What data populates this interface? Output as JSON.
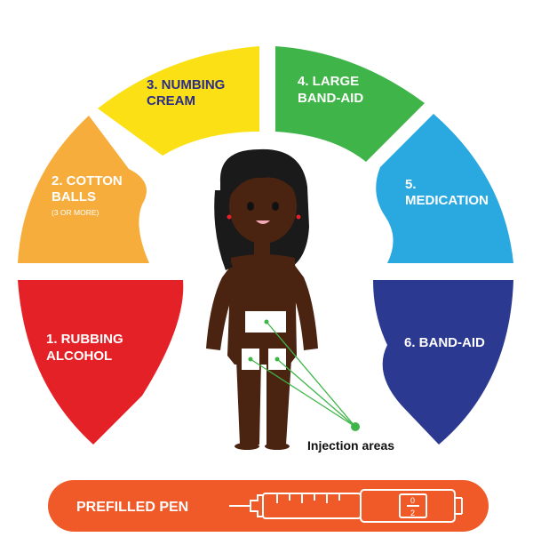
{
  "segments": [
    {
      "id": "1",
      "lines": [
        "1. RUBBING",
        "ALCOHOL"
      ],
      "color": "#e42127"
    },
    {
      "id": "2",
      "lines": [
        "2. COTTON",
        "BALLS"
      ],
      "sub": "(3 OR MORE)",
      "color": "#f6ad3c"
    },
    {
      "id": "3",
      "lines": [
        "3. NUMBING",
        "CREAM"
      ],
      "color": "#fbe015"
    },
    {
      "id": "4",
      "lines": [
        "4. LARGE",
        "BAND-AID"
      ],
      "color": "#3fb549"
    },
    {
      "id": "5",
      "lines": [
        "5.",
        "MEDICATION"
      ],
      "color": "#2aa9e0"
    },
    {
      "id": "6",
      "lines": [
        "6. BAND-AID"
      ],
      "color": "#2b3990"
    }
  ],
  "figure": {
    "caption": "Injection areas",
    "skin_color": "#4a2311",
    "hair_color": "#1a1a1a",
    "patch_color": "#ffffff",
    "marker_color": "#3fb549"
  },
  "pen": {
    "label": "PREFILLED PEN",
    "color": "#f05a28",
    "dose_top": "0",
    "dose_bottom": "2"
  }
}
